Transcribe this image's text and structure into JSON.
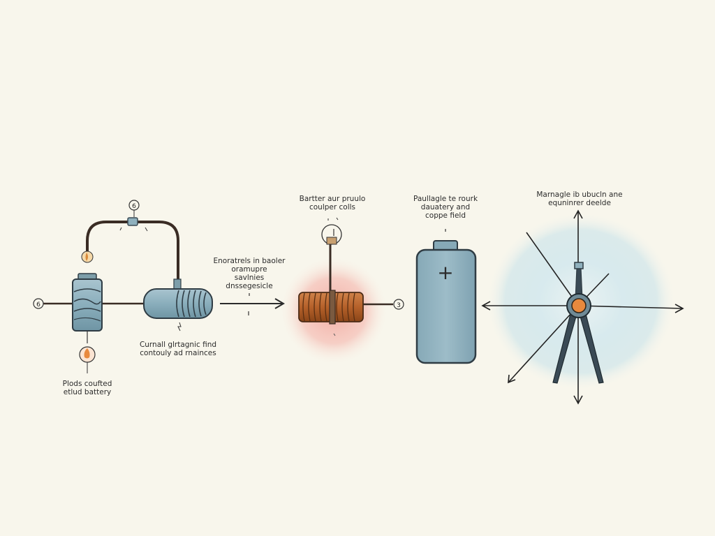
{
  "labels": {
    "battery_bottom": [
      "Plods coufted",
      "etlud battery"
    ],
    "coil_bottom": [
      "Curnall glrtagnic find",
      "contouly ad rnainces"
    ],
    "arrow_text": [
      "Enoratrels in baoler",
      "oramupre",
      "savlnies",
      "dnssegesicle"
    ],
    "center_coil_top": [
      "Bartter aur pruulo",
      "coulper colls"
    ],
    "battery_top": [
      "Paullagle te rourk",
      "dauatery and",
      "coppe field"
    ],
    "compass_top": [
      "Marnagle ib ubucln ane",
      "equninrer deelde"
    ]
  },
  "node_markers": {
    "left": "6",
    "top": "6",
    "right": "3"
  },
  "symbols": {
    "battery_plus": "+"
  },
  "colors": {
    "background": "#f8f6ec",
    "steel_blue": "#8fb0bd",
    "steel_dark": "#3a4a55",
    "copper": "#b5612a",
    "orange_center": "#e8893d",
    "red_glow": "#f3b8b0",
    "blue_glow": "#cfe6ec",
    "ink": "#2b2b2b"
  }
}
